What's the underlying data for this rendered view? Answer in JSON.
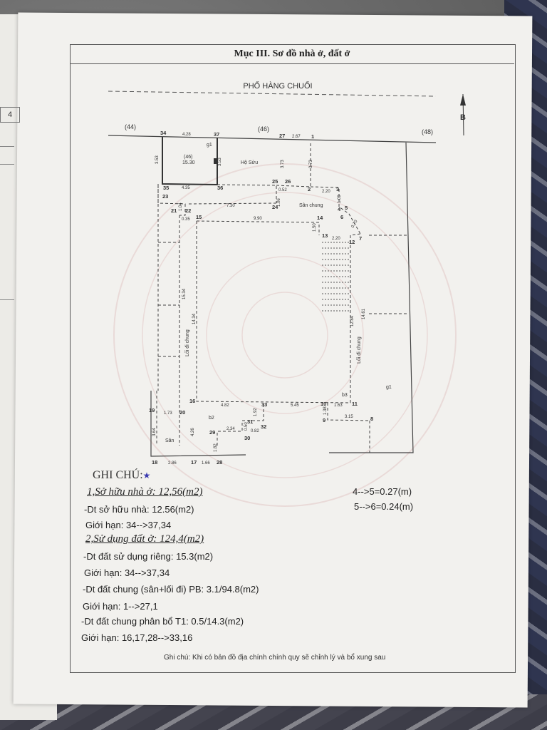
{
  "document": {
    "title": "Mục III. Sơ đồ nhà ở, đất ở",
    "side_tab": "4",
    "street": "PHỐ HÀNG CHUỐI",
    "north": "B",
    "parcels": {
      "left": "(44)",
      "center": "(46)",
      "right": "(48)"
    },
    "rooms": {
      "parcel_ref": "(46)",
      "parcel_area": "15.30",
      "owner": "Hộ Sửu",
      "shared_yard": "Sân chung",
      "walkway_left": "Lối đi chung",
      "walkway_right": "Lối đi chung",
      "yard": "Sân",
      "b2": "b2",
      "b3": "b3",
      "g1_top": "g1",
      "g1_right": "g1"
    },
    "points": [
      "34",
      "37",
      "27",
      "1",
      "35",
      "36",
      "25",
      "26",
      "2",
      "3",
      "23",
      "24",
      "21",
      "22",
      "15",
      "14",
      "4",
      "5",
      "6",
      "13",
      "12",
      "7",
      "16",
      "33",
      "10",
      "11",
      "19",
      "20",
      "31",
      "32",
      "29",
      "30",
      "9",
      "8",
      "18",
      "17",
      "28"
    ],
    "dimensions": [
      "4.28",
      "2.67",
      "3.53",
      "3.53",
      "3.73",
      "3.73",
      "4.35",
      "0.52",
      "2.20",
      "1.06",
      "7.30",
      "1.09",
      "1.04",
      "0.35",
      "9.90",
      "1.50",
      "2.20",
      "0.70",
      "15.34",
      "14.34",
      "12.84",
      "14.61",
      "4.82",
      "5.45",
      "1.63",
      "1.73",
      "3.64",
      "4.26",
      "2.34",
      "0.50",
      "0.82",
      "1.92",
      "1.38",
      "3.15",
      "2.86",
      "1.66",
      "1.82"
    ],
    "notes": {
      "heading": "GHI CHÚ:",
      "h1": "1,Sở hữu nhà ở: 12,56(m2)",
      "l1": "-Dt sở hữu nhà: 12.56(m2)",
      "l2": "Giới hạn: 34-->37,34",
      "h2": "2,Sử dụng đất ở: 124,4(m2)",
      "l3": "-Dt đất sử dụng riêng: 15.3(m2)",
      "l4": "Giới hạn: 34-->37,34",
      "l5": "-Dt đất chung (sân+lối đi) PB: 3.1/94.8(m2)",
      "l6": "Giới hạn: 1-->27,1",
      "l7": "-Dt đất chung phân bổ T1: 0.5/14.3(m2)",
      "l8": "Giới hạn: 16,17,28-->33,16",
      "r1": "4-->5=0.27(m)",
      "r2": "5-->6=0.24(m)",
      "footer": "Ghi chú: Khi có bản đồ địa chính chính quy sẽ chỉnh lý và bổ xung sau"
    }
  }
}
